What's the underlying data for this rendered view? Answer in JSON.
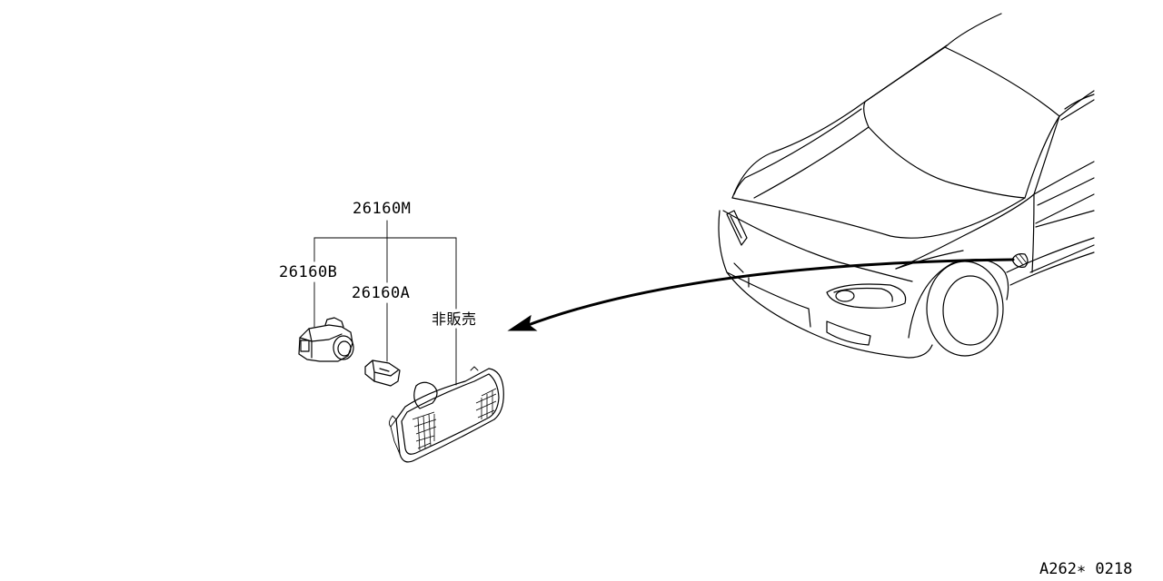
{
  "diagram": {
    "callouts": {
      "assembly": "26160M",
      "socket": "26160B",
      "bulb": "26160A",
      "lens_note": "非販売"
    },
    "figure_code": "A262∗ 0218"
  }
}
